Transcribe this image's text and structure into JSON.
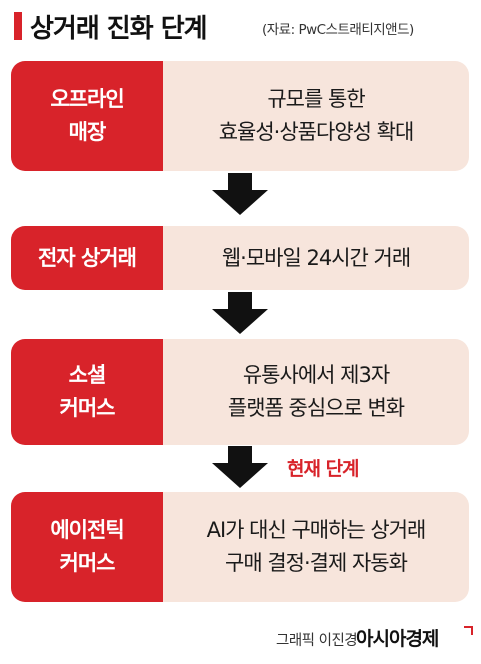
{
  "header": {
    "title": "상거래 진화 단계",
    "source": "(자료: PwC스트래티지앤드)"
  },
  "colors": {
    "accent_red": "#d8232a",
    "stage_panel": "#f7e5dc",
    "arrow": "#111111"
  },
  "stages": [
    {
      "name_lines": [
        "오프라인",
        "매장"
      ],
      "desc_lines": [
        "규모를 통한",
        "효율성·상품다양성 확대"
      ]
    },
    {
      "name_lines": [
        "전자 상거래"
      ],
      "desc_lines": [
        "웹·모바일 24시간 거래"
      ]
    },
    {
      "name_lines": [
        "소셜",
        "커머스"
      ],
      "desc_lines": [
        "유통사에서 제3자",
        "플랫폼 중심으로 변화"
      ]
    },
    {
      "name_lines": [
        "에이전틱",
        "커머스"
      ],
      "desc_lines": [
        "AI가 대신 구매하는 상거래",
        "구매 결정·결제 자동화"
      ]
    }
  ],
  "current_stage_label": "현재 단계",
  "footer": {
    "credit_prefix": "그래픽 이진경",
    "credit_brand": "아시아경제"
  }
}
